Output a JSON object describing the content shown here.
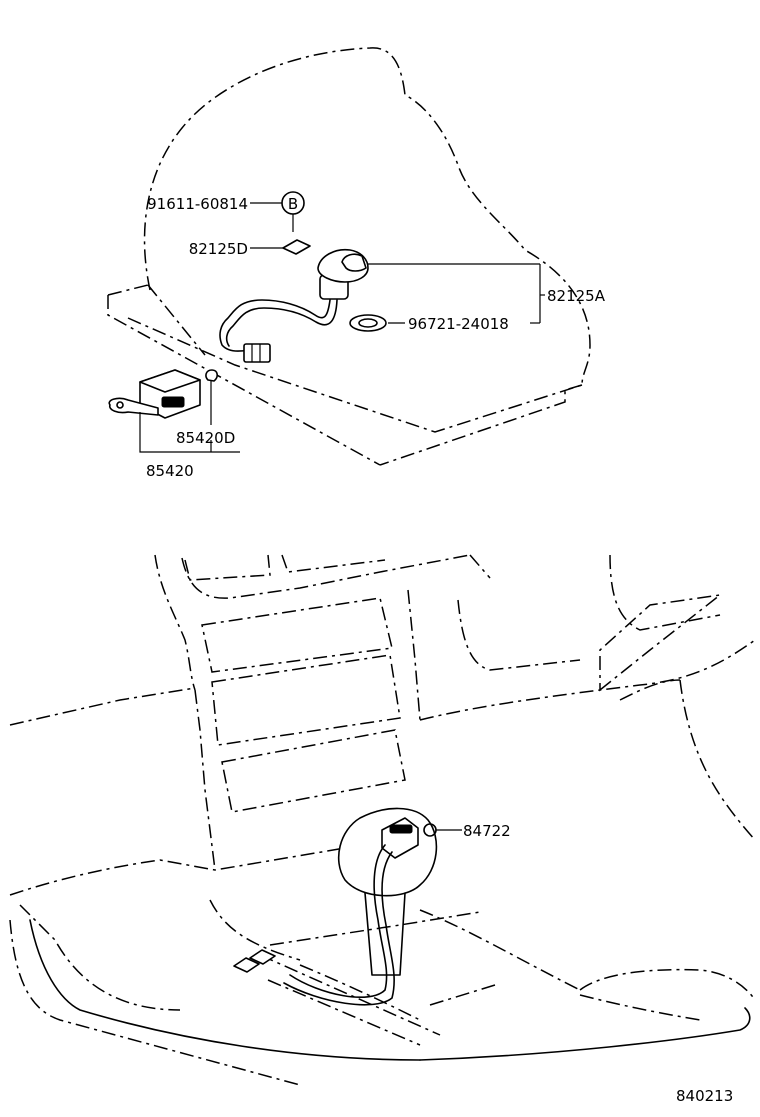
{
  "callouts": {
    "bolt": "91611-60814",
    "bolt_ref": "B",
    "pad": "82125D",
    "harness": "82125A",
    "grommet": "96721-24018",
    "relay_clip": "85420D",
    "relay": "85420",
    "shift_switch": "84722"
  },
  "figure_code": "840213"
}
